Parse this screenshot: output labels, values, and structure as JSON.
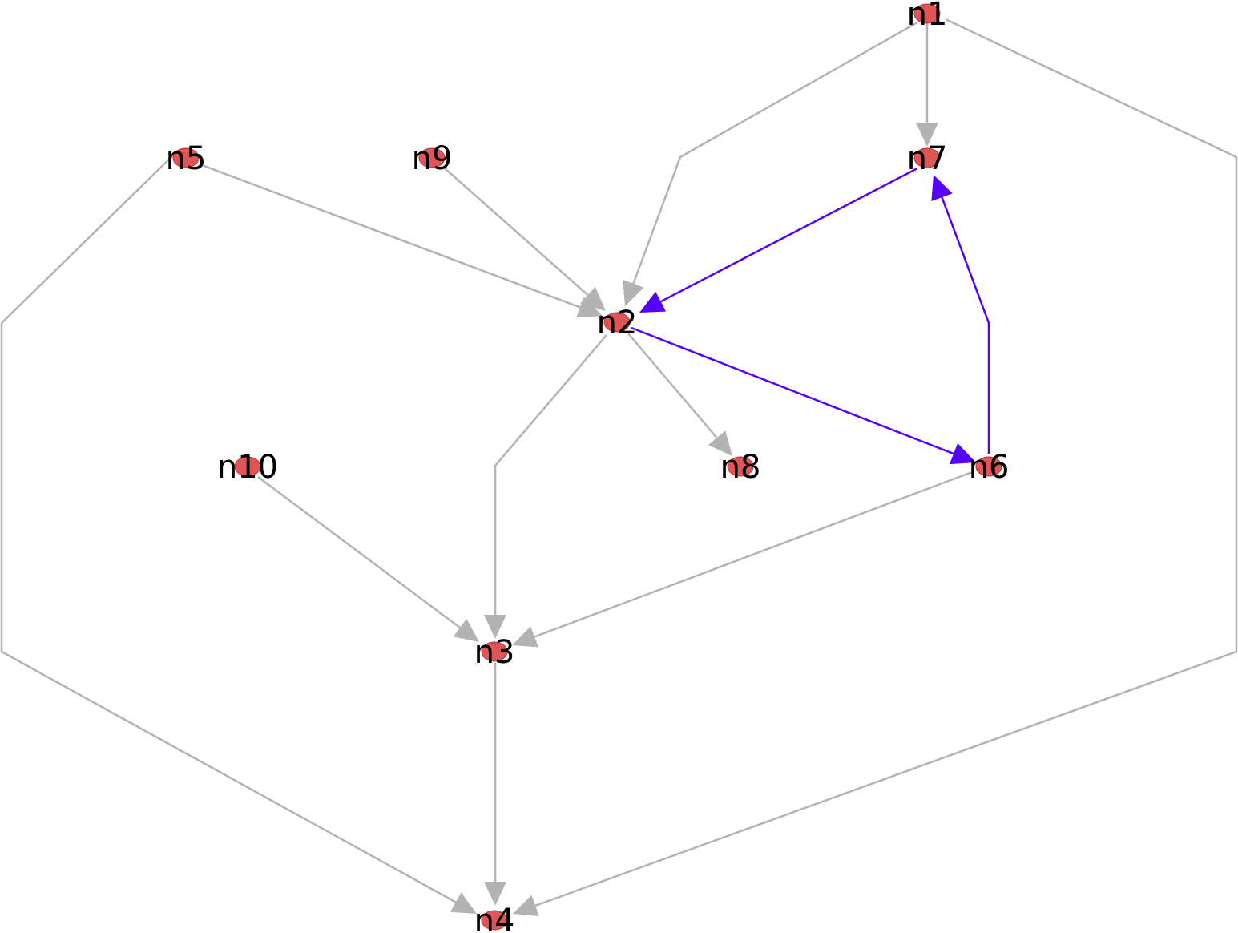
{
  "graph": {
    "node_color": "#e05555",
    "edge_color_default": "#b3b3b3",
    "edge_color_highlight": "#5500ff",
    "nodes": [
      {
        "id": "n1",
        "label": "n1"
      },
      {
        "id": "n2",
        "label": "n2"
      },
      {
        "id": "n3",
        "label": "n3"
      },
      {
        "id": "n4",
        "label": "n4"
      },
      {
        "id": "n5",
        "label": "n5"
      },
      {
        "id": "n6",
        "label": "n6"
      },
      {
        "id": "n7",
        "label": "n7"
      },
      {
        "id": "n8",
        "label": "n8"
      },
      {
        "id": "n9",
        "label": "n9"
      },
      {
        "id": "n10",
        "label": "n10"
      }
    ],
    "edges": [
      {
        "source": "n1",
        "target": "n7",
        "highlighted": false
      },
      {
        "source": "n1",
        "target": "n2",
        "highlighted": false
      },
      {
        "source": "n1",
        "target": "n4",
        "highlighted": false
      },
      {
        "source": "n5",
        "target": "n2",
        "highlighted": false
      },
      {
        "source": "n5",
        "target": "n4",
        "highlighted": false
      },
      {
        "source": "n9",
        "target": "n2",
        "highlighted": false
      },
      {
        "source": "n7",
        "target": "n2",
        "highlighted": true
      },
      {
        "source": "n2",
        "target": "n6",
        "highlighted": true
      },
      {
        "source": "n6",
        "target": "n7",
        "highlighted": true
      },
      {
        "source": "n2",
        "target": "n8",
        "highlighted": false
      },
      {
        "source": "n2",
        "target": "n3",
        "highlighted": false
      },
      {
        "source": "n6",
        "target": "n3",
        "highlighted": false
      },
      {
        "source": "n10",
        "target": "n3",
        "highlighted": false
      },
      {
        "source": "n3",
        "target": "n4",
        "highlighted": false
      }
    ]
  }
}
